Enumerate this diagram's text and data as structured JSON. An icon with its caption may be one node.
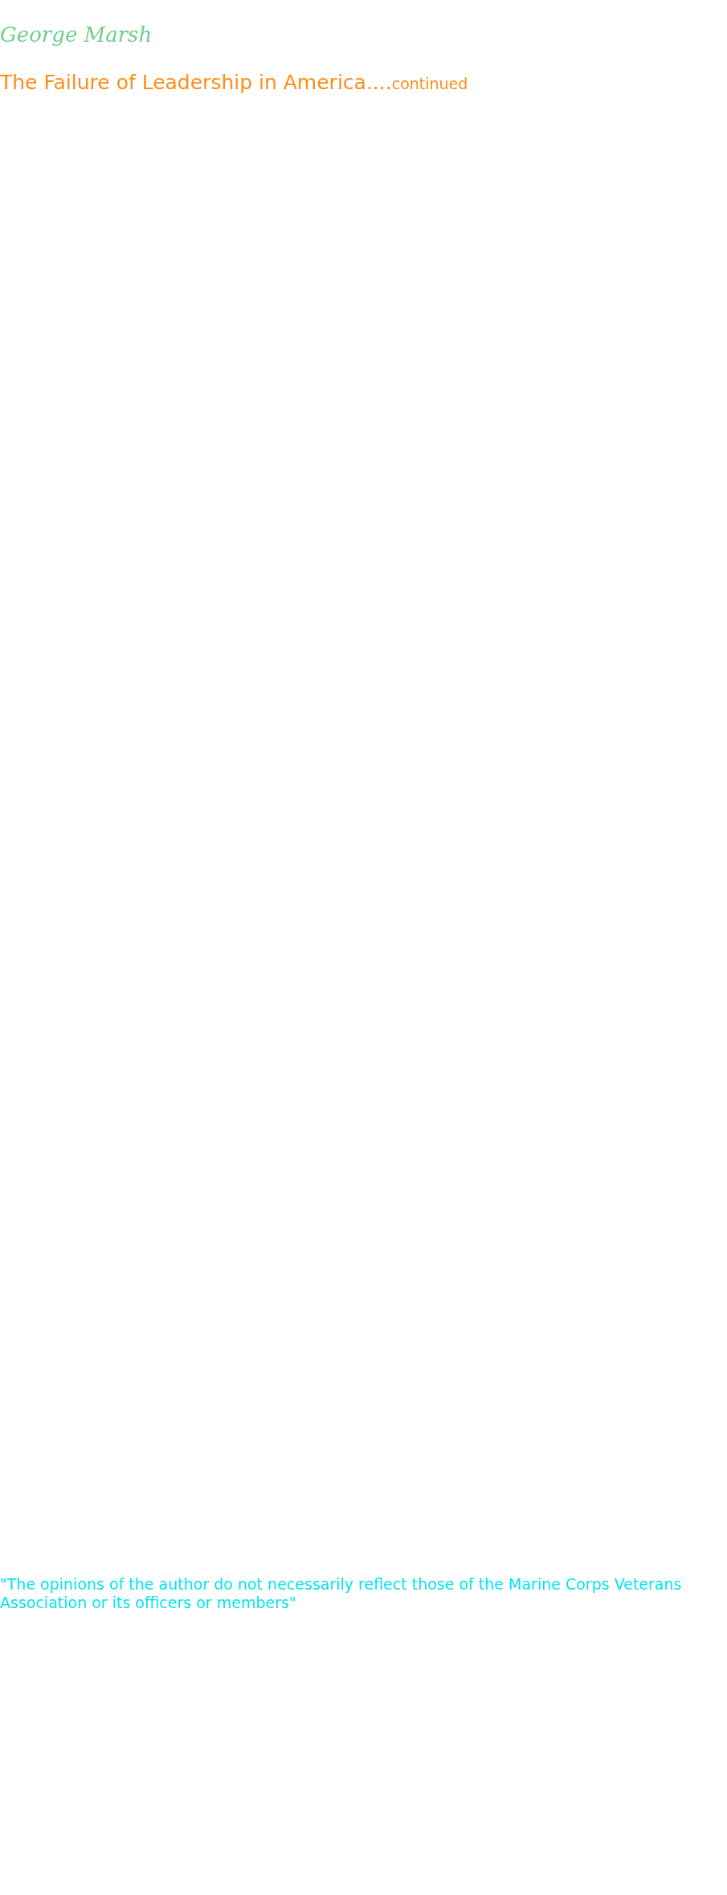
{
  "diagram": {
    "title": "The Failure of Leadership in America....",
    "labels": [
      "George Marsh",
      "continued",
      "\"The opinions of the author do not necessarily reflect those of the Marine Corps Veterans Association or its officers or members\""
    ]
  }
}
